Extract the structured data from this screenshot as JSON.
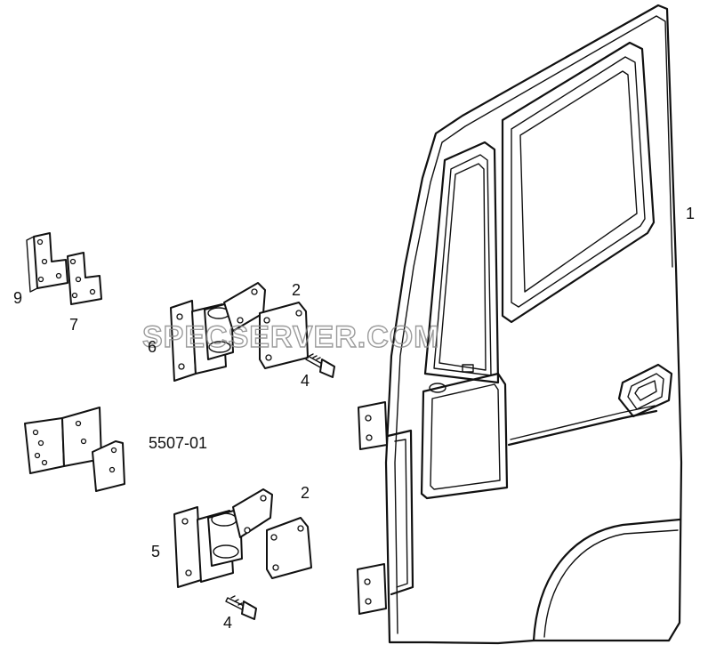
{
  "diagram": {
    "watermark": "SPECSERVER.COM",
    "callouts": {
      "door_panel": "1",
      "plate_upper": "2",
      "plate_lower": "2",
      "bolt_upper": "4",
      "bolt_lower": "4",
      "hinge_lower": "5",
      "hinge_upper": "6",
      "bracket_7": "7",
      "bracket_9": "9",
      "kit": "5507-01"
    }
  }
}
